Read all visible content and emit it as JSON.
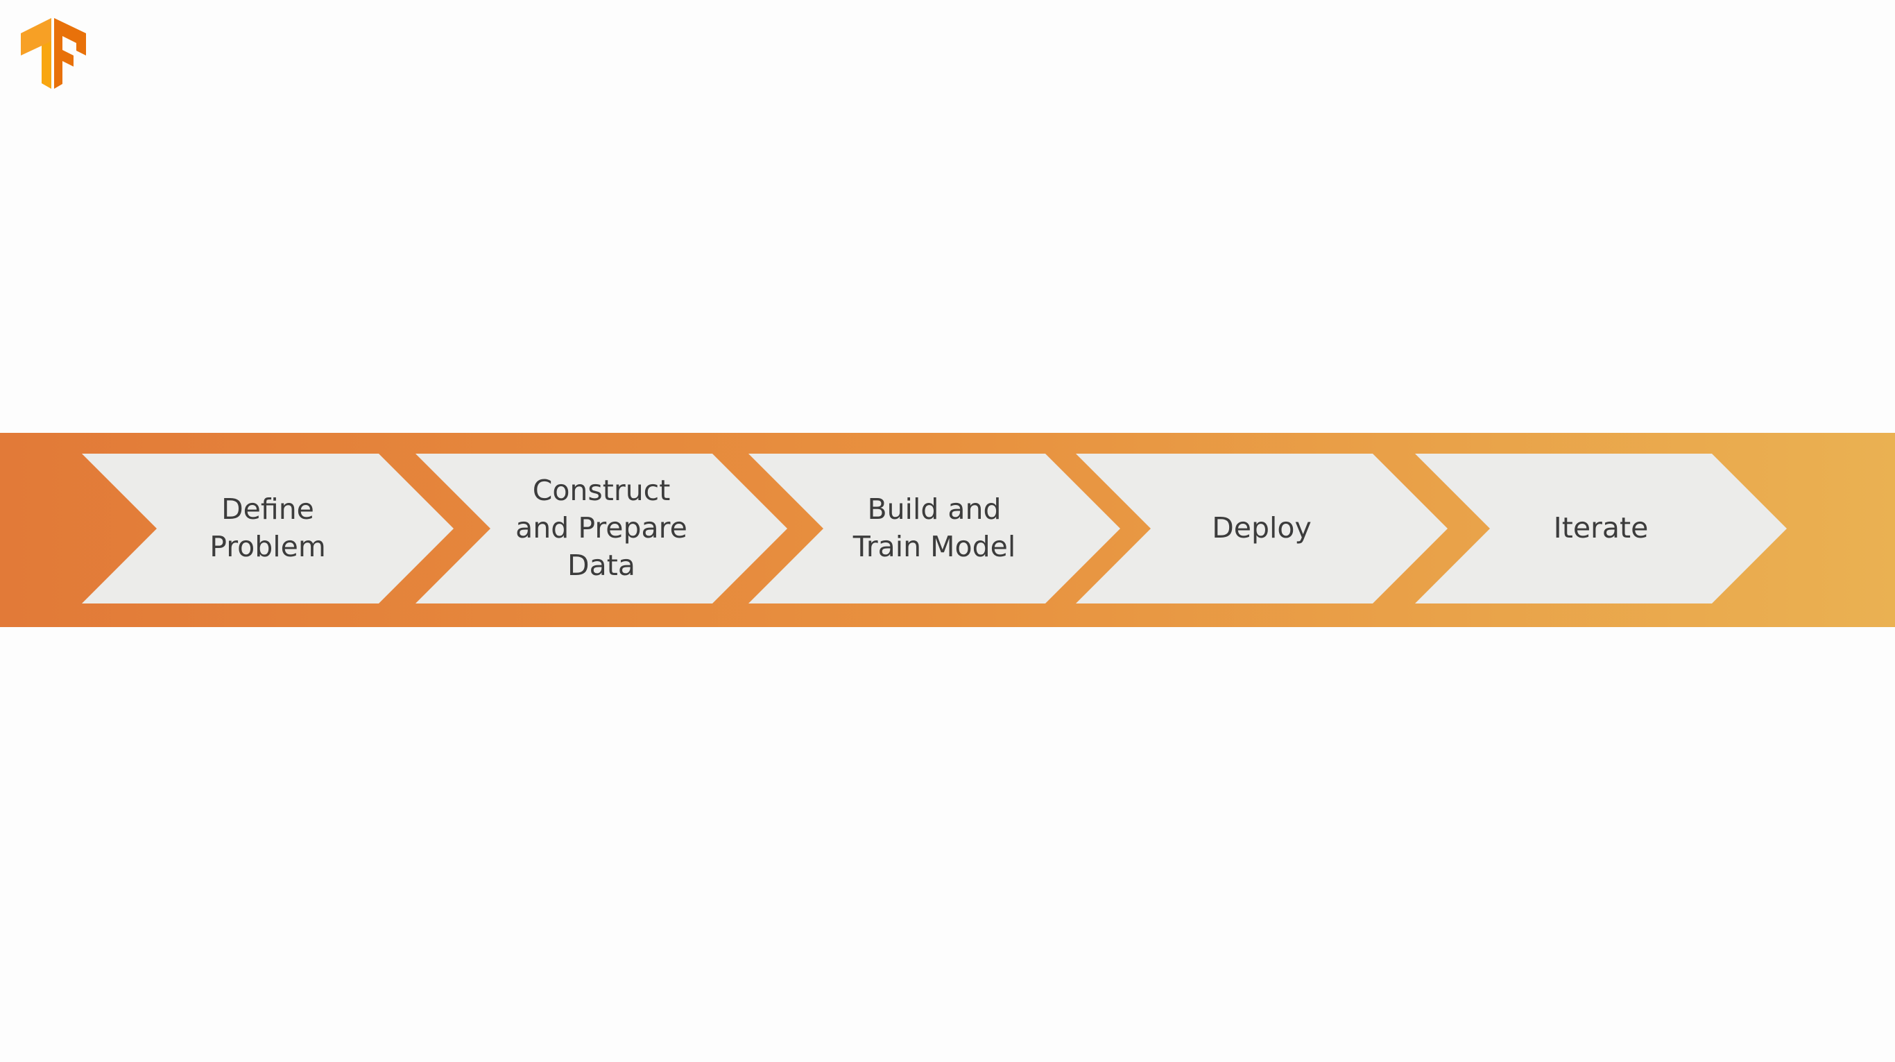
{
  "slide": {
    "background": "#fdfdfd"
  },
  "logo": {
    "icon": "tensorflow-logo-icon",
    "colors": [
      "#f7a025",
      "#e8710a",
      "#f9ab00"
    ]
  },
  "process": {
    "band_gradient": [
      "#e27a38",
      "#e9a94f"
    ],
    "chevron_fill": "#ececea",
    "text_color": "#3c3c3c",
    "steps": [
      {
        "label": "Define\nProblem"
      },
      {
        "label": "Construct\nand Prepare\nData"
      },
      {
        "label": "Build and\nTrain Model"
      },
      {
        "label": "Deploy"
      },
      {
        "label": "Iterate"
      }
    ]
  }
}
